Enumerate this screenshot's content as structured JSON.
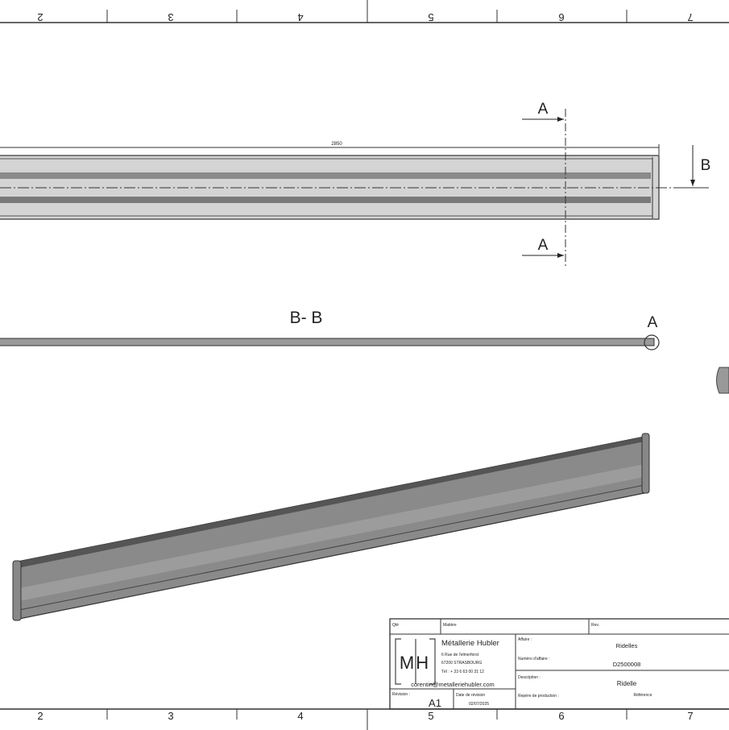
{
  "frame": {
    "top_zone_labels": [
      "2",
      "3",
      "4",
      "5",
      "6",
      "7"
    ],
    "bottom_zone_labels": [
      "2",
      "3",
      "4",
      "5",
      "6",
      "7"
    ]
  },
  "plan_view": {
    "dimension": "2850",
    "section_a_label": "A",
    "section_b_label": "B"
  },
  "section_view": {
    "title": "B- B",
    "detail_label": "A"
  },
  "colors": {
    "line": "#333333",
    "face_light": "#d4d4d4",
    "stripe": "#8a8a8a",
    "iso_face": "#7a7a7a"
  },
  "title_block": {
    "qty_label": "Qté",
    "material_label": "Matière",
    "rev_label": "Rev.",
    "company_logo": "MH",
    "company_name": "Métallerie Hubler",
    "address_line1": "6 Rue de l'elmerforst",
    "address_line2": "67200 STRASBOURG",
    "phone": "Tél : + 33 6 63 00 31 12",
    "email": "corentin@metalleriehubler.com",
    "revision_label": "Révision :",
    "revision_value": "A1",
    "revision_date_label": "Date de révision",
    "revision_date": "02/07/2025",
    "affaire_label": "Affaire :",
    "affaire_value": "Ridelles",
    "affaire_number_label": "Numéro d'affaire :",
    "affaire_number": "D2500008",
    "description_label": "Description :",
    "description_value": "Ridelle",
    "production_label": "Repère de production :",
    "reference_label": "Référence"
  }
}
